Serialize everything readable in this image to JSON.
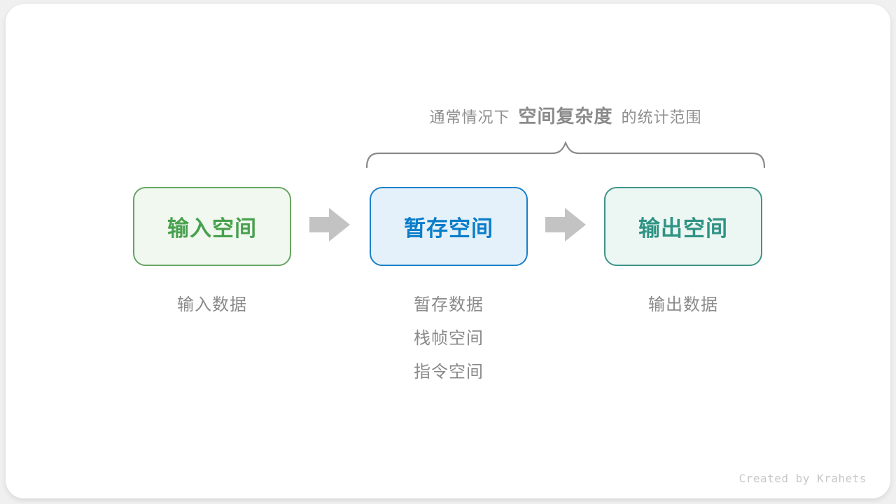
{
  "page": {
    "background_color": "#f0f0f0",
    "card_color": "#ffffff"
  },
  "title": {
    "prefix": "通常情况下",
    "highlight": "空间复杂度",
    "suffix": "的统计范围",
    "text_color": "#8e8e8e"
  },
  "brace": {
    "icon": "curly-brace-top",
    "color": "#8a8a8a"
  },
  "nodes": [
    {
      "label": "输入空间",
      "text_color": "#48a14e",
      "border_color": "#67a563",
      "fill_color": "#f1f8ef"
    },
    {
      "label": "暂存空间",
      "text_color": "#0a7dc9",
      "border_color": "#1b80c8",
      "fill_color": "#e4f1fb"
    },
    {
      "label": "输出空间",
      "text_color": "#2e9384",
      "border_color": "#3e9488",
      "fill_color": "#ecf6f2"
    }
  ],
  "arrows": {
    "icon": "block-arrow-right",
    "color": "#c3c3c3"
  },
  "sublabels": {
    "input": {
      "0": "输入数据"
    },
    "buffer": {
      "0": "暂存数据",
      "1": "栈帧空间",
      "2": "指令空间"
    },
    "output": {
      "0": "输出数据"
    },
    "text_color": "#8a8a8a"
  },
  "footer": {
    "credit": "Created by Krahets",
    "text_color": "#c7c7c7"
  }
}
